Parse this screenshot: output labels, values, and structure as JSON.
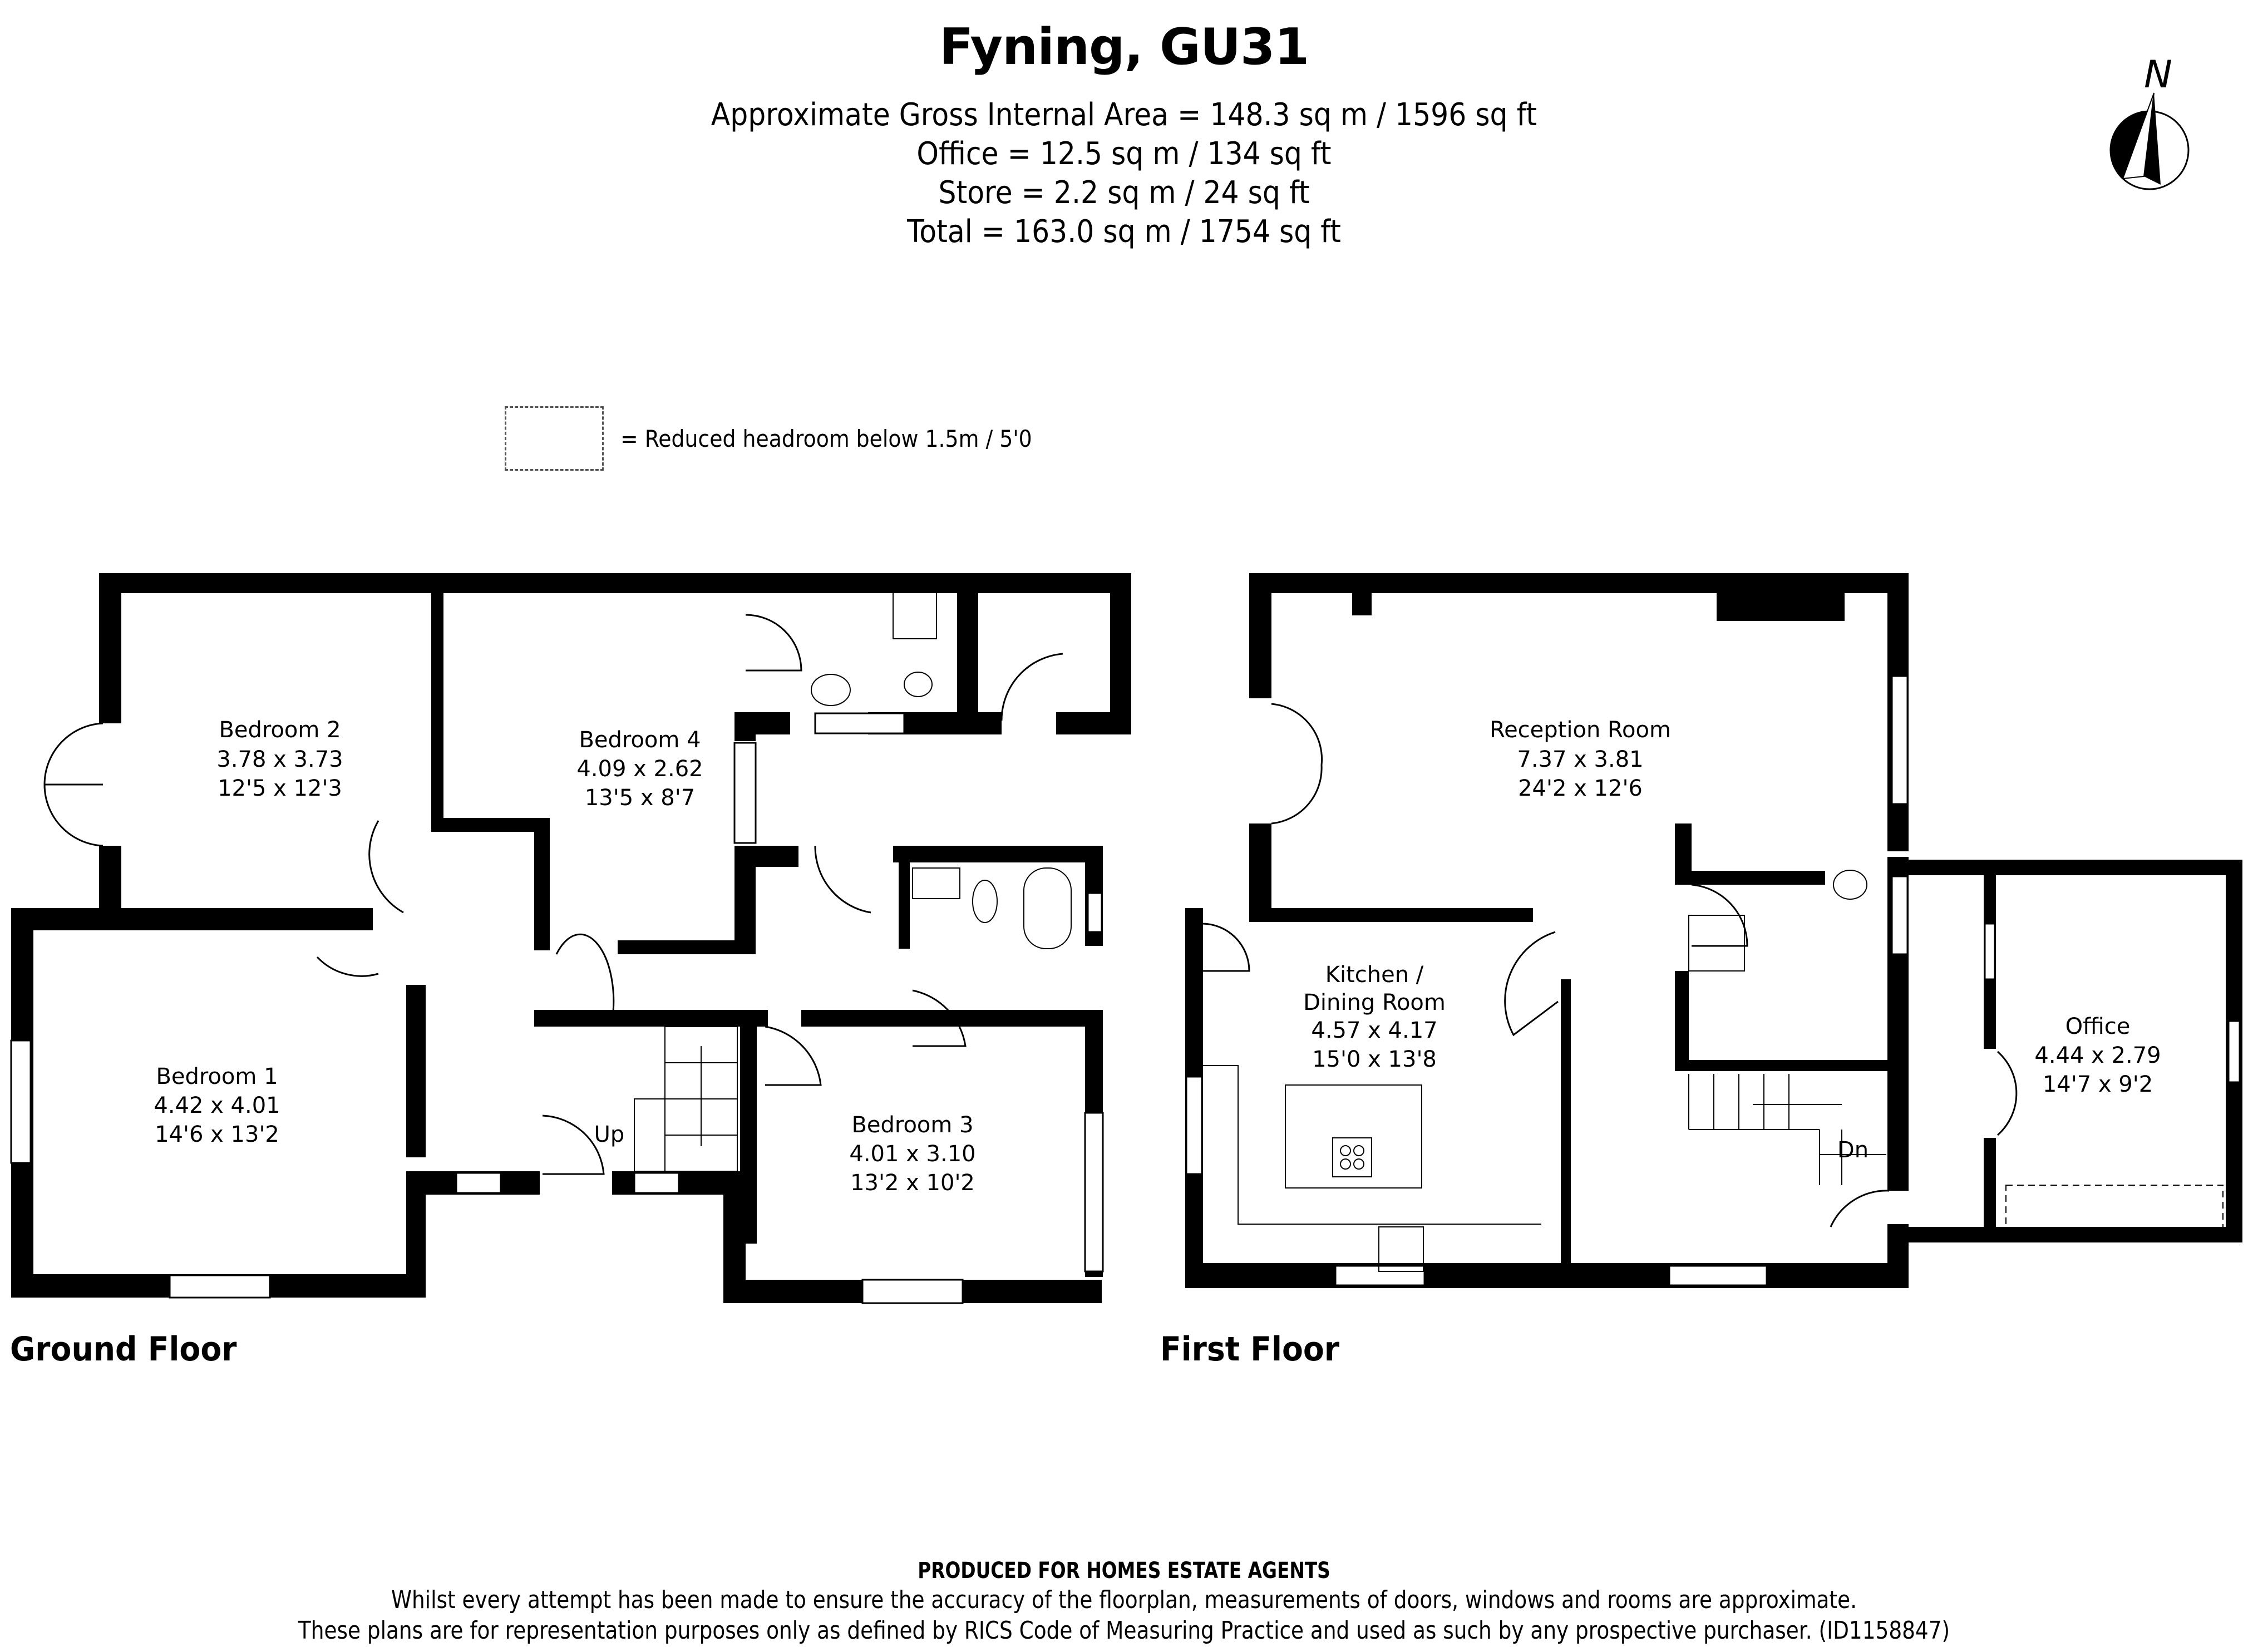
{
  "header": {
    "title": "Fyning, GU31",
    "areas": [
      "Approximate Gross Internal Area = 148.3 sq m / 1596 sq ft",
      "Office = 12.5 sq m / 134 sq ft",
      "Store = 2.2 sq m / 24 sq ft",
      "Total = 163.0 sq m / 1754 sq ft"
    ]
  },
  "compass": {
    "label": "N",
    "icon": "north-arrow-icon"
  },
  "legend": {
    "text": "= Reduced headroom below 1.5m / 5'0",
    "icon": "dashed-box-icon"
  },
  "ground_floor": {
    "label": "Ground Floor",
    "stairs_label": "Up",
    "rooms": [
      {
        "name": "Bedroom 2",
        "metric": "3.78 x 3.73",
        "imperial": "12'5 x 12'3"
      },
      {
        "name": "Bedroom 4",
        "metric": "4.09 x 2.62",
        "imperial": "13'5 x 8'7"
      },
      {
        "name": "Bedroom 1",
        "metric": "4.42 x 4.01",
        "imperial": "14'6 x 13'2"
      },
      {
        "name": "Bedroom 3",
        "metric": "4.01 x 3.10",
        "imperial": "13'2 x 10'2"
      }
    ]
  },
  "first_floor": {
    "label": "First Floor",
    "stairs_label": "Dn",
    "rooms": [
      {
        "name": "Reception Room",
        "metric": "7.37 x 3.81",
        "imperial": "24'2 x 12'6"
      },
      {
        "name": "Kitchen /",
        "name2": "Dining Room",
        "metric": "4.57 x 4.17",
        "imperial": "15'0 x 13'8"
      },
      {
        "name": "Office",
        "metric": "4.44 x 2.79",
        "imperial": "14'7 x 9'2"
      }
    ]
  },
  "footer": {
    "producer": "PRODUCED FOR HOMES ESTATE AGENTS",
    "disclaimer1": "Whilst every attempt has been made to ensure the accuracy of the floorplan, measurements of doors, windows and rooms are approximate.",
    "disclaimer2": "These plans are for representation purposes only as defined by RICS Code of Measuring Practice and used as such by any prospective purchaser. (ID1158847)"
  }
}
